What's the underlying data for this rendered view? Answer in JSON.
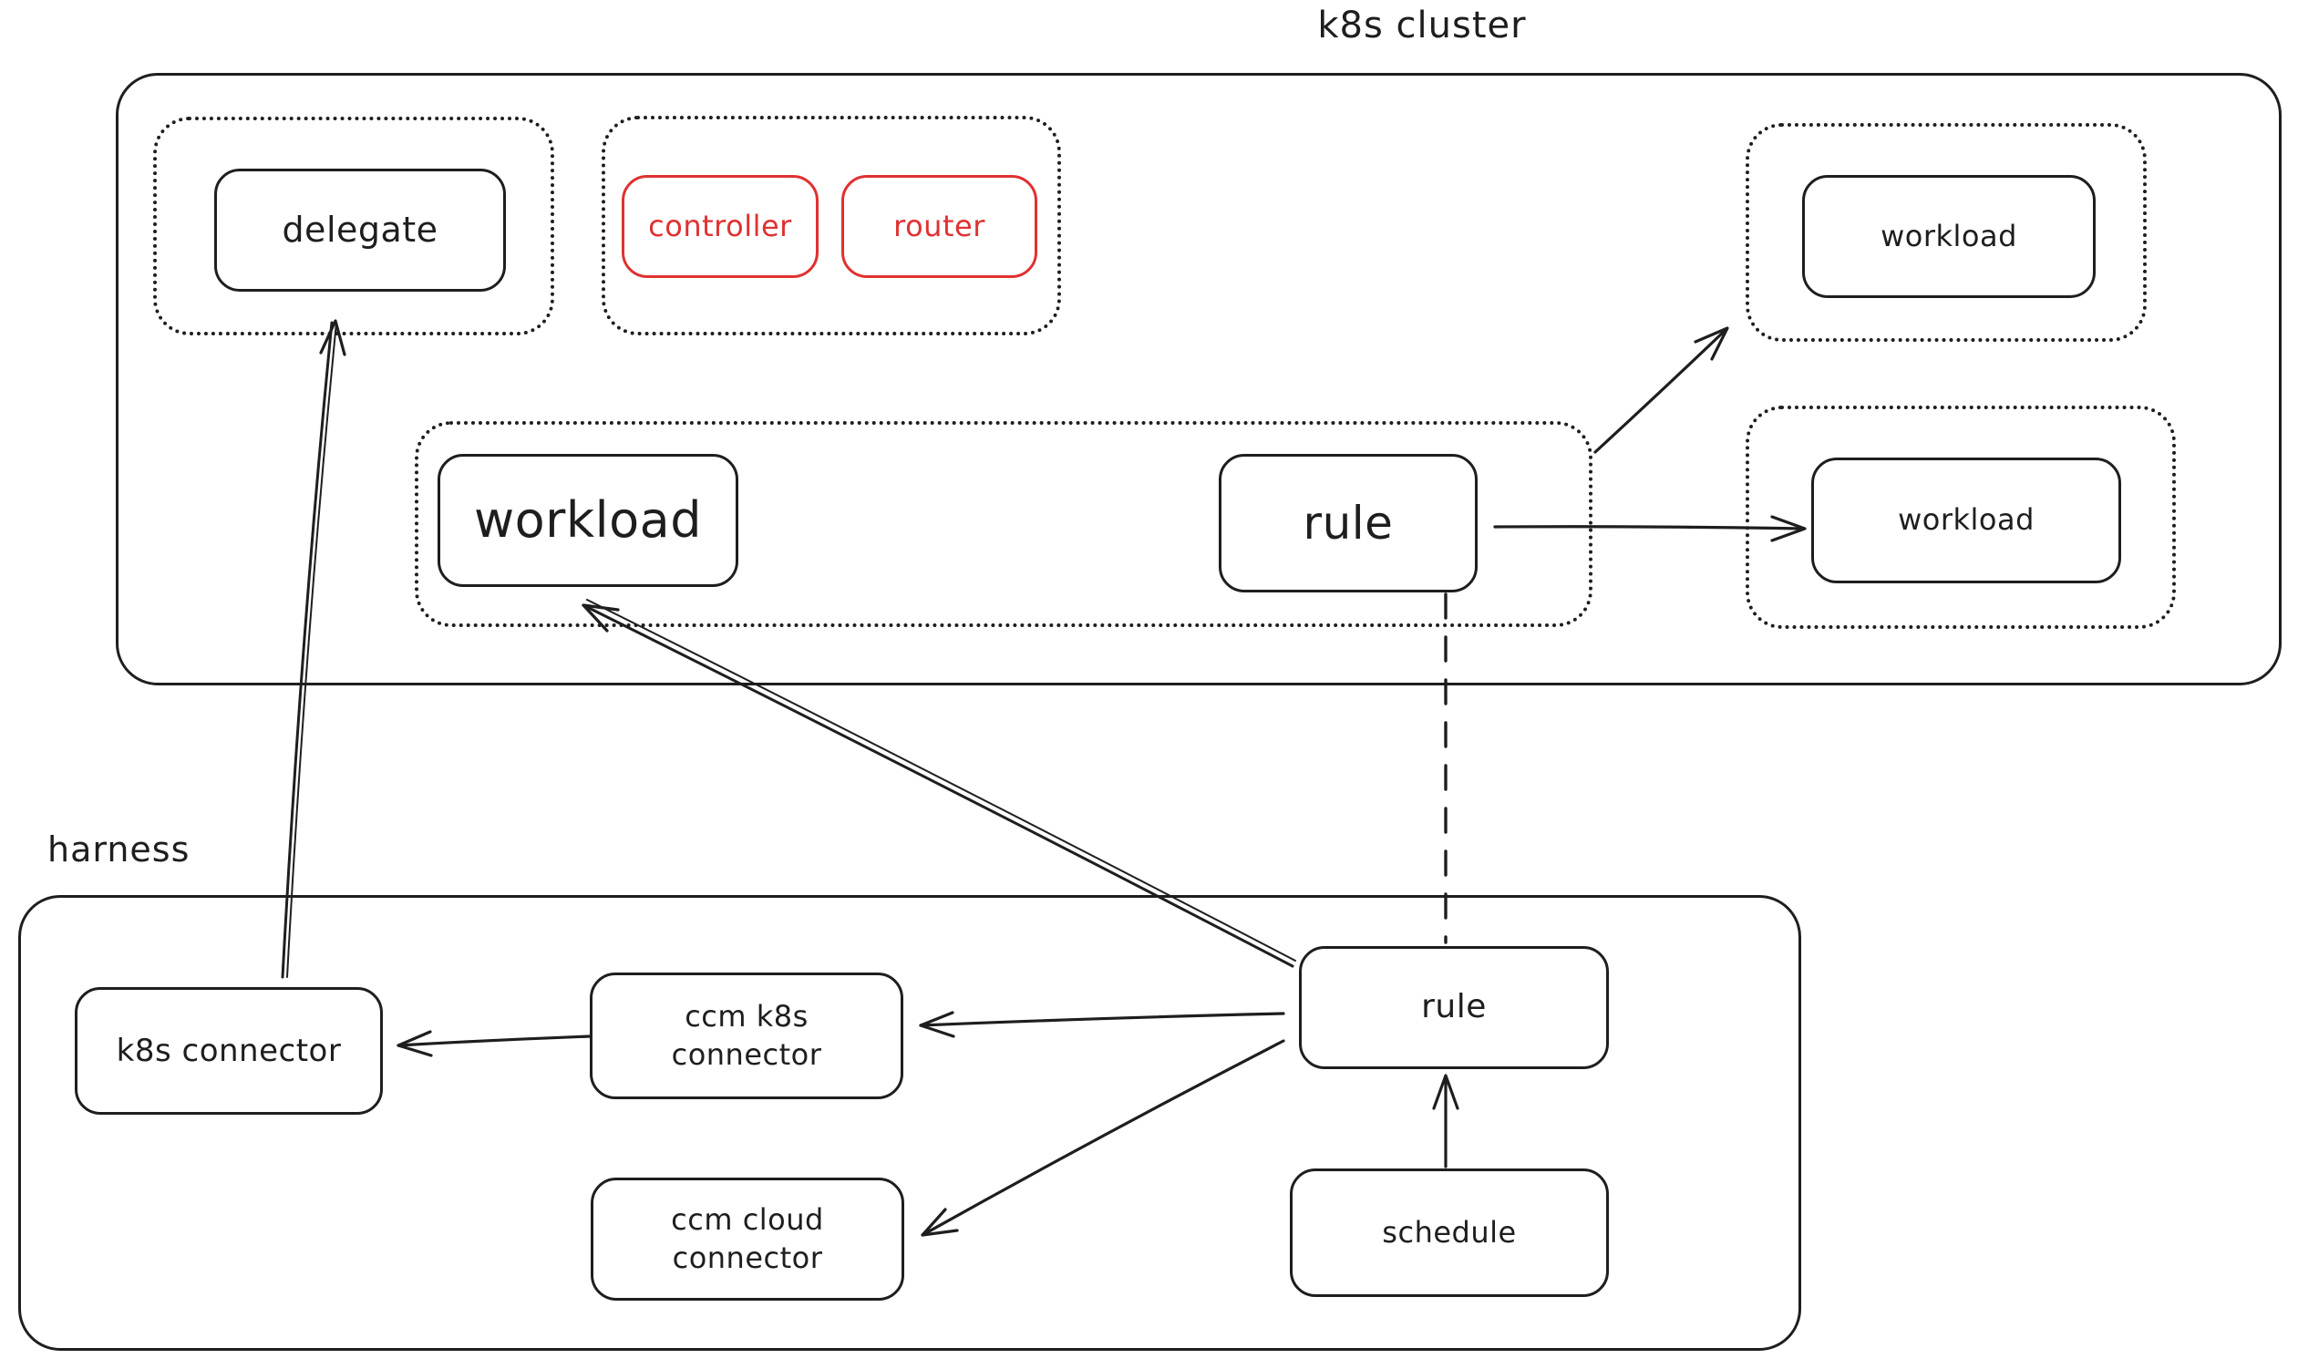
{
  "titles": {
    "k8s_cluster": "k8s cluster",
    "harness": "harness"
  },
  "nodes": {
    "delegate": {
      "label": "delegate"
    },
    "controller": {
      "label": "controller"
    },
    "router": {
      "label": "router"
    },
    "workload_top_right": {
      "label": "workload"
    },
    "workload_main": {
      "label": "workload"
    },
    "rule_cluster": {
      "label": "rule"
    },
    "workload_right": {
      "label": "workload"
    },
    "k8s_connector": {
      "label": "k8s connector"
    },
    "ccm_k8s_connector": {
      "label": "ccm k8s connector"
    },
    "ccm_cloud_connector": {
      "label": "ccm cloud connector"
    },
    "rule_harness": {
      "label": "rule"
    },
    "schedule": {
      "label": "schedule"
    }
  },
  "edges": [
    {
      "from": "k8s_connector",
      "to": "delegate",
      "style": "solid-arrow"
    },
    {
      "from": "ccm_k8s_connector",
      "to": "k8s_connector",
      "style": "solid-arrow"
    },
    {
      "from": "rule_harness",
      "to": "ccm_k8s_connector",
      "style": "solid-arrow"
    },
    {
      "from": "rule_harness",
      "to": "ccm_cloud_connector",
      "style": "solid-arrow"
    },
    {
      "from": "rule_harness",
      "to": "workload_main",
      "style": "solid-arrow"
    },
    {
      "from": "rule_harness",
      "to": "rule_cluster",
      "style": "dashed-line"
    },
    {
      "from": "schedule",
      "to": "rule_harness",
      "style": "solid-arrow"
    },
    {
      "from": "rule_cluster",
      "to": "workload_right",
      "style": "solid-arrow"
    },
    {
      "from": "rule_cluster",
      "to": "workload_top_right",
      "style": "solid-arrow"
    }
  ],
  "colors": {
    "stroke": "#1e1e1e",
    "accent_red": "#e03131",
    "background": "#ffffff"
  }
}
